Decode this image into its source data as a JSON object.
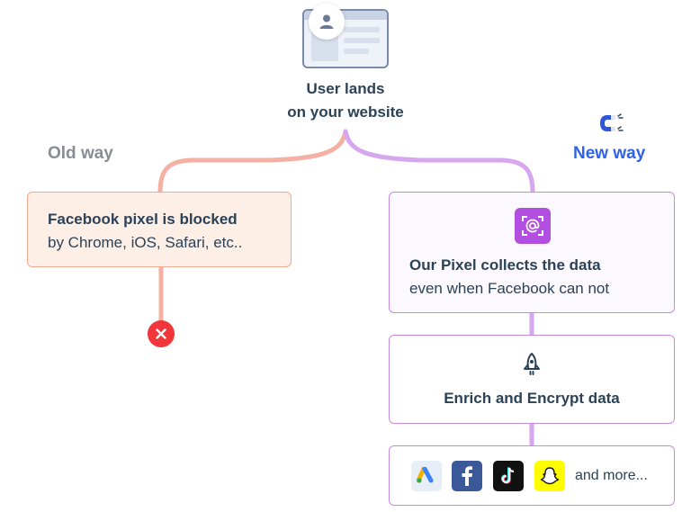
{
  "header": {
    "caption_line1": "User lands",
    "caption_line2": "on your website"
  },
  "labels": {
    "old_way": "Old way",
    "new_way": "New way"
  },
  "old_box": {
    "title": "Facebook pixel is blocked",
    "subtitle": "by Chrome, iOS, Safari, etc.."
  },
  "pixel_box": {
    "title": "Our Pixel collects the data",
    "subtitle": "even when Facebook can not"
  },
  "enrich_box": {
    "title": "Enrich and Encrypt data"
  },
  "destinations": {
    "icons": [
      "google-ads-icon",
      "facebook-icon",
      "tiktok-icon",
      "snapchat-icon"
    ],
    "more": "and more..."
  },
  "colors": {
    "old_accent": "#f3a98e",
    "new_accent": "#c68ae6",
    "new_way_label": "#2f62e6",
    "old_way_label": "#888c93",
    "error_red": "#f0353b",
    "pixel_purple": "#b24fe0"
  }
}
